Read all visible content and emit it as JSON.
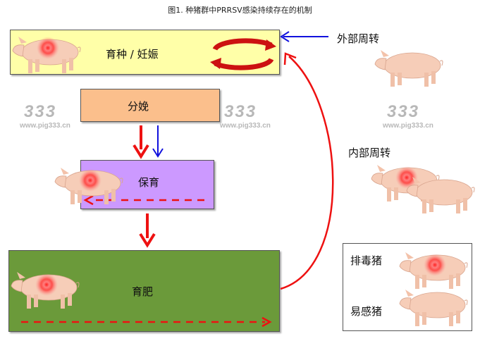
{
  "title": "图1. 种猪群中PRRSV感染持续存在的机制",
  "boxes": {
    "breeding": "育种 / 妊娠",
    "farrowing": "分娩",
    "nursery": "保育",
    "finishing": "育肥"
  },
  "labels": {
    "external": "外部周转",
    "internal": "内部周转"
  },
  "legend": {
    "shedding": "排毒猪",
    "susceptible": "易感猪"
  },
  "watermark": {
    "digits": "333",
    "url": "www.pig333.cn"
  },
  "colors": {
    "breeding": "#ffffa8",
    "farrowing": "#fbbf8c",
    "nursery": "#cc99ff",
    "finishing": "#6b9a3a",
    "red": "#ee1111",
    "blue": "#1111dd"
  }
}
